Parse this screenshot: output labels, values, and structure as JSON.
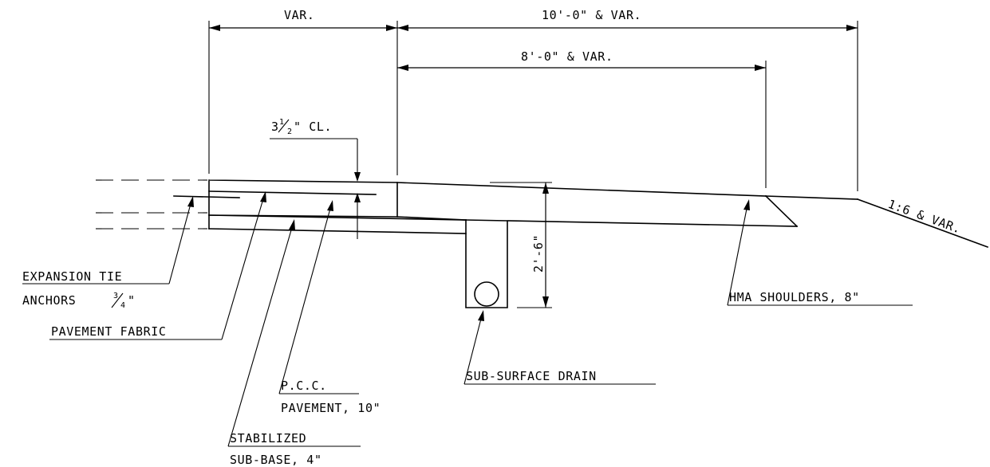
{
  "dimensions": {
    "var_width": "VAR.",
    "shoulder_total": "10'-0\" & VAR.",
    "shoulder_paved": "8'-0\" & VAR.",
    "depth": "2'-6\"",
    "clearance_prefix": "3",
    "clearance_num": "1",
    "clearance_den": "2",
    "clearance_suffix": "\" CL."
  },
  "slope": {
    "label": "1:6 & VAR."
  },
  "callouts": {
    "expansion_tie_line1": "EXPANSION TIE",
    "expansion_tie_line2_prefix": "ANCHORS ",
    "expansion_tie_num": "3",
    "expansion_tie_den": "4",
    "expansion_tie_suffix": "\"",
    "pavement_fabric": "PAVEMENT FABRIC",
    "pcc_line1": "P.C.C.",
    "pcc_line2": "PAVEMENT, 10\"",
    "subbase_line1": "STABILIZED",
    "subbase_line2": "SUB-BASE, 4\"",
    "drain": "SUB-SURFACE DRAIN",
    "hma": "HMA SHOULDERS, 8\""
  }
}
